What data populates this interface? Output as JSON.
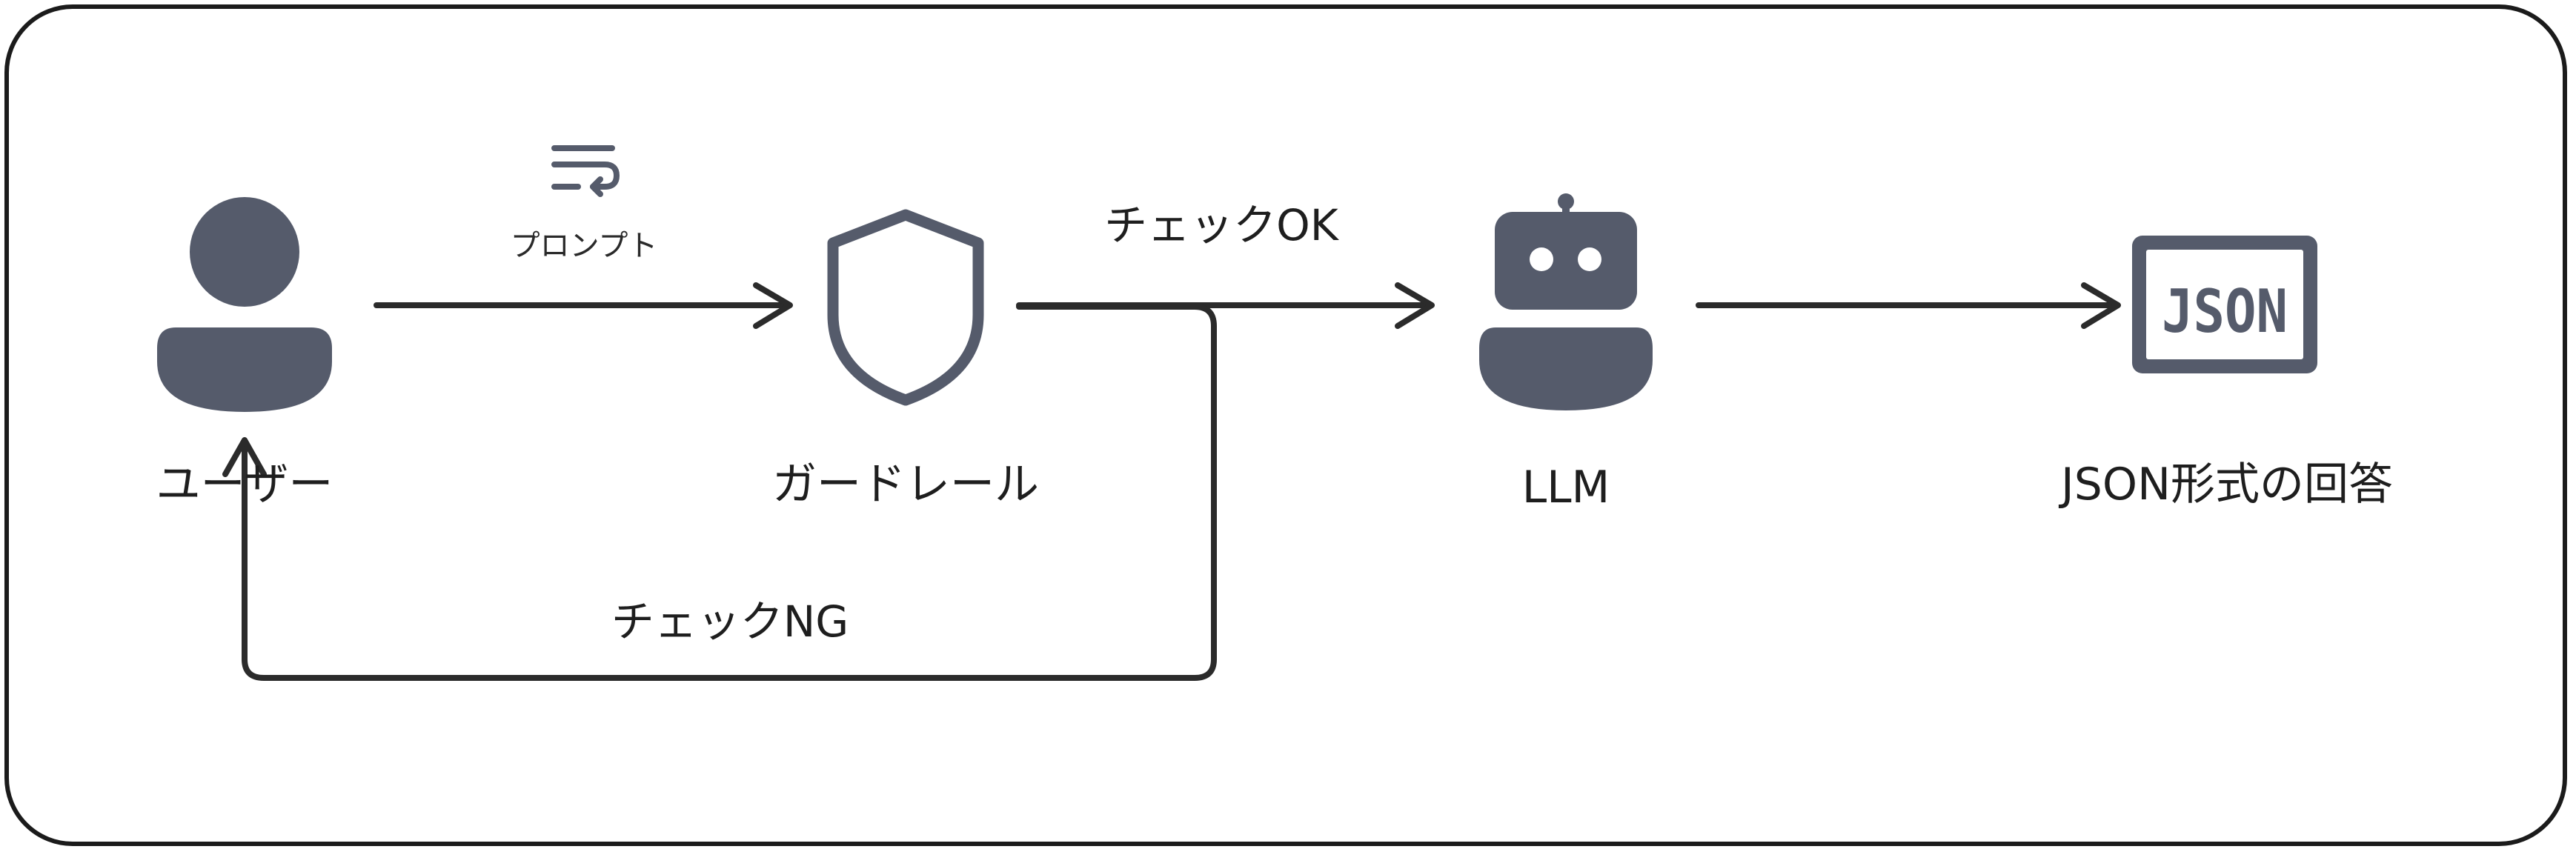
{
  "nodes": {
    "user": {
      "label": "ユーザー",
      "icon": "user-icon"
    },
    "guardrail": {
      "label": "ガードレール",
      "icon": "shield-icon"
    },
    "llm": {
      "label": "LLM",
      "icon": "robot-icon"
    },
    "json_answer": {
      "label": "JSON形式の回答",
      "icon": "json-icon",
      "icon_text": "JSON"
    }
  },
  "edges": {
    "prompt": {
      "label": "プロンプト",
      "icon": "text-wrap-icon"
    },
    "check_ok": {
      "label": "チェックOK"
    },
    "check_ng": {
      "label": "チェックNG"
    },
    "llm_to_json": {
      "label": ""
    }
  },
  "colors": {
    "icon": "#555b6b",
    "line": "#2b2b2b",
    "frame": "#1b1b1b"
  }
}
